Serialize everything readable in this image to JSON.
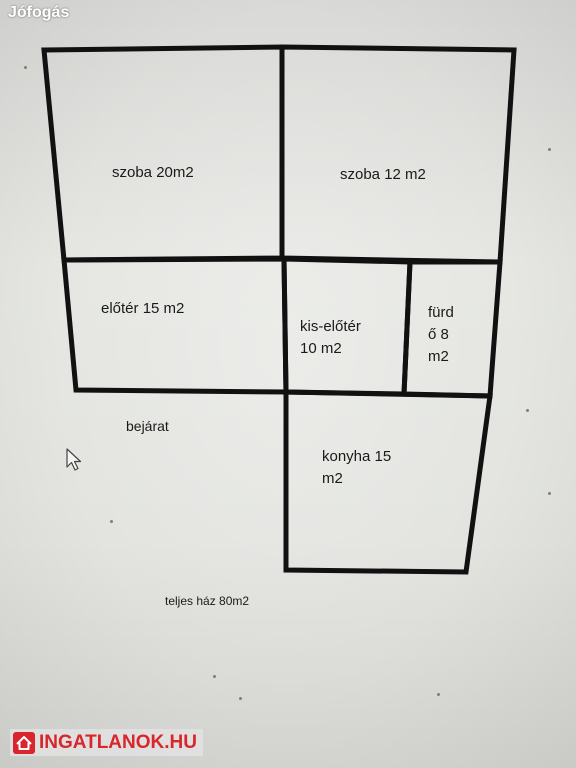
{
  "watermark_top": "Jófogás",
  "rooms": [
    {
      "id": "szoba-20",
      "label": "szoba 20m2"
    },
    {
      "id": "szoba-12",
      "label": "szoba 12 m2"
    },
    {
      "id": "eloter",
      "label": "előtér 15 m2"
    },
    {
      "id": "kis-eloter",
      "label": "kis-előtér\n10 m2"
    },
    {
      "id": "furdo",
      "label": "fürd\nő 8\nm2"
    },
    {
      "id": "konyha",
      "label": "konyha 15\nm2"
    }
  ],
  "entrance_label": "bejárat",
  "total_label": "teljes ház 80m2",
  "watermark_bottom": "INGATLANOK.HU",
  "colors": {
    "wall": "#111111",
    "logo_red": "#d9262c"
  },
  "icons": {
    "cursor": "mouse-pointer-icon",
    "logo": "house-icon"
  }
}
